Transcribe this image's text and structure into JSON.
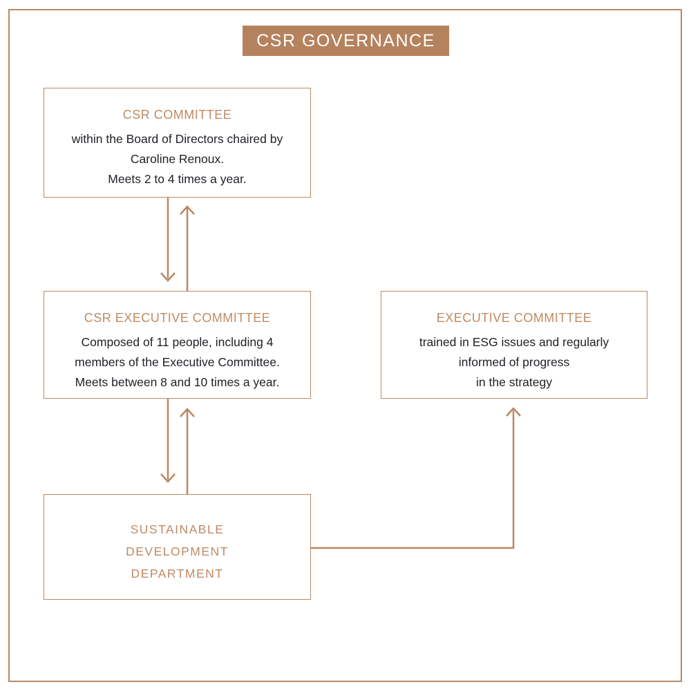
{
  "banner": {
    "label": "CSR GOVERNANCE"
  },
  "colors": {
    "copper_line": "#b98763",
    "copper_text": "#bf8a64",
    "banner_bg": "#b5825e",
    "banner_text": "#ffffff",
    "body_text": "#1f2026",
    "page_bg": "#ffffff"
  },
  "boxes": {
    "csr_committee": {
      "title": "CSR COMMITTEE",
      "lines": [
        "within the Board of Directors chaired by",
        "Caroline Renoux.",
        "Meets 2 to 4 times a year."
      ]
    },
    "csr_executive_committee": {
      "title": "CSR EXECUTIVE COMMITTEE",
      "lines": [
        "Composed of 11 people, including 4",
        "members of the Executive Committee.",
        "Meets between 8 and 10 times a year."
      ]
    },
    "executive_committee": {
      "title": "EXECUTIVE COMMITTEE",
      "lines": [
        "trained in ESG issues and regularly",
        "informed of progress",
        "in the strategy"
      ]
    },
    "sustainable_development_department": {
      "lines": [
        "SUSTAINABLE",
        "DEVELOPMENT",
        "DEPARTMENT"
      ]
    }
  },
  "connections": [
    {
      "from": "csr_committee",
      "to": "csr_executive_committee",
      "type": "bidirectional-vertical"
    },
    {
      "from": "csr_executive_committee",
      "to": "sustainable_development_department",
      "type": "bidirectional-vertical"
    },
    {
      "from": "sustainable_development_department",
      "to": "executive_committee",
      "type": "elbow-up-arrow"
    }
  ]
}
